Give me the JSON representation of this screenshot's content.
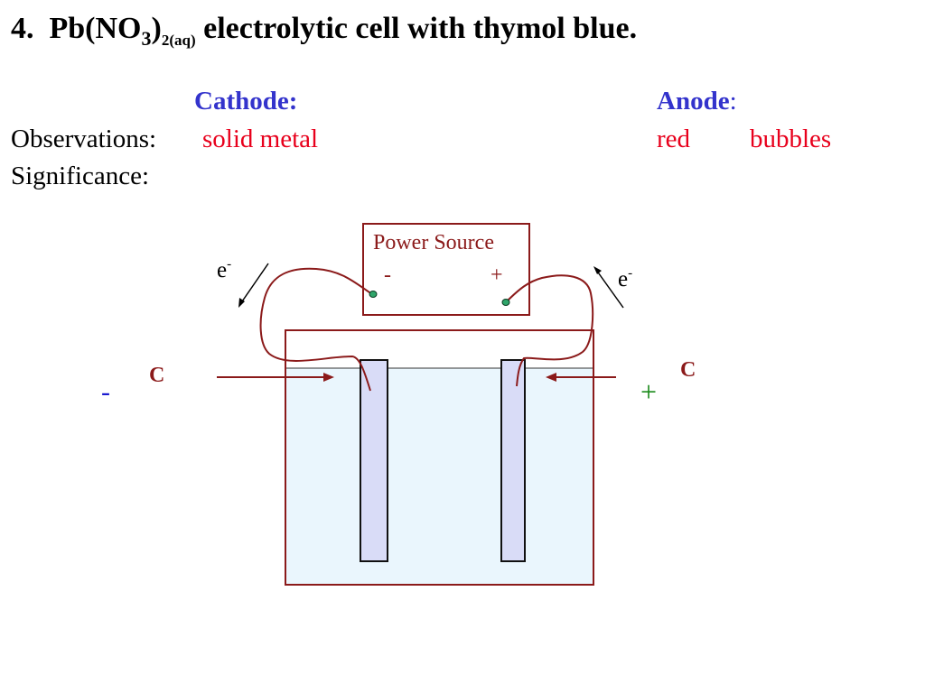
{
  "title": {
    "number": "4.",
    "formula_start": "Pb(NO",
    "sub_3": "3",
    "close_paren": ")",
    "sub_2aq": "2(aq)",
    "rest": "electrolytic cell with thymol blue."
  },
  "headers": {
    "cathode": "Cathode:",
    "anode": "Anode",
    "anode_colon": ":"
  },
  "rows": {
    "observations_label": "Observations:",
    "cathode_observation": "solid metal",
    "anode_observation_1": "red",
    "anode_observation_2": "bubbles",
    "significance_label": "Significance:"
  },
  "diagram": {
    "power_source_label": "Power Source",
    "terminal_negative": "-",
    "terminal_positive": "+",
    "electron_left": "e",
    "electron_left_sup": "-",
    "electron_right": "e",
    "electron_right_sup": "-",
    "left_electrode_label": "C",
    "right_electrode_label": "C",
    "left_sign": "-",
    "right_sign": "+"
  },
  "colors": {
    "header_blue": "#3333cc",
    "observation_red": "#e8001c",
    "wire_brown": "#8b1a1a",
    "solution_blue": "#eaf6fd",
    "electrode_fill": "#d9dcf7",
    "terminal_green": "#2fa56a",
    "sign_blue": "#1a1ad0",
    "sign_green": "#1a8a1a"
  }
}
